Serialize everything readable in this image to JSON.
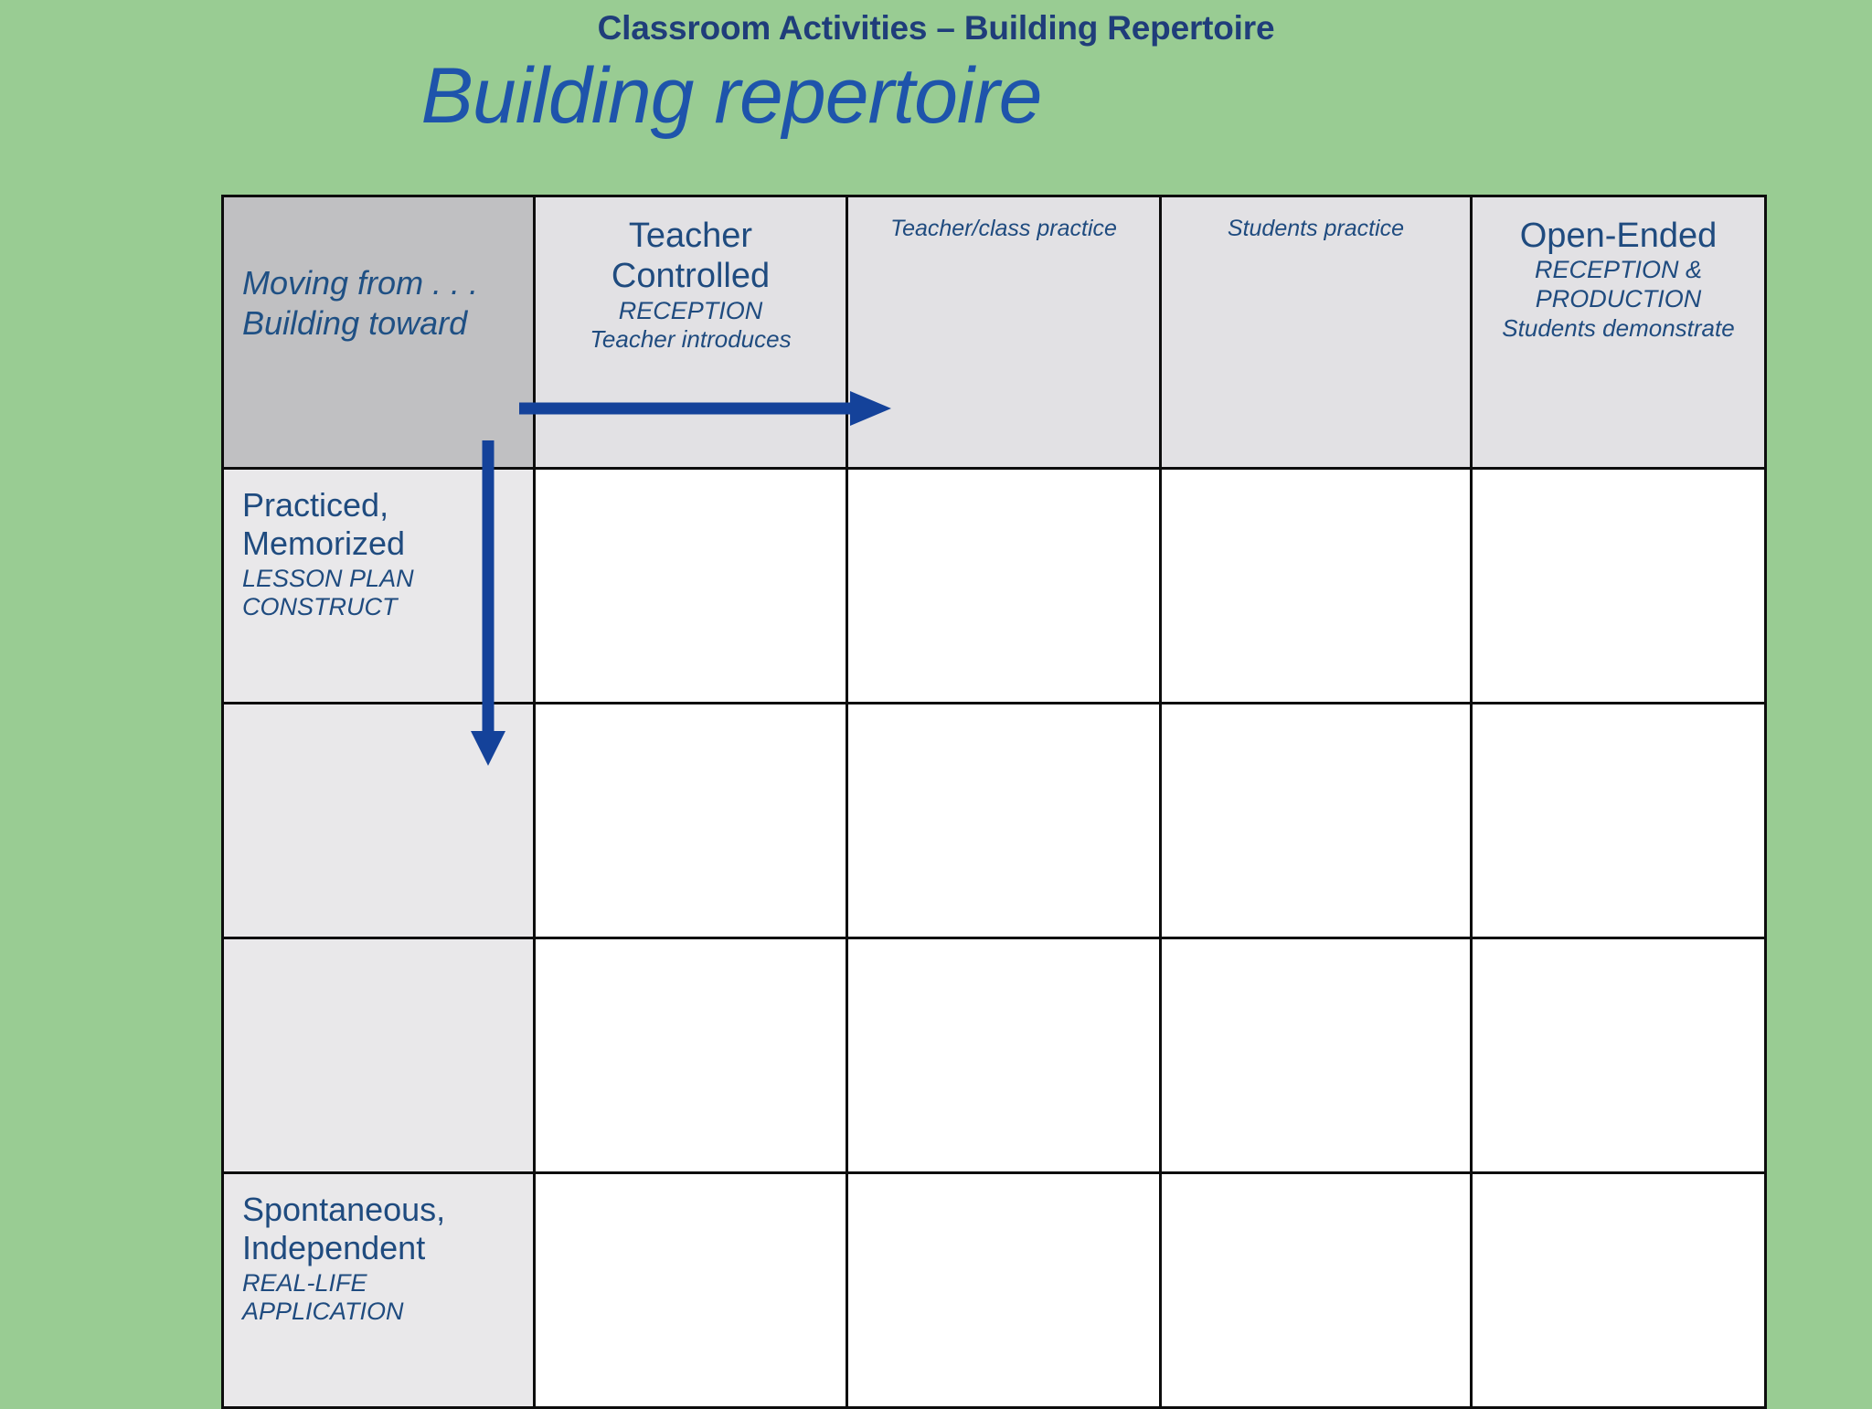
{
  "slide": {
    "header_title": "Classroom Activities – Building Repertoire",
    "main_title": "Building repertoire",
    "background_color": "#99cc93",
    "text_color": "#1f4b7f",
    "arrow_color": "#14429a"
  },
  "table": {
    "corner": {
      "line1": "Moving from . . .",
      "line2": "Building toward"
    },
    "columns": [
      {
        "id": "teacher-controlled",
        "title": "Teacher",
        "title2": "Controlled",
        "sub1": "RECEPTION",
        "sub2": "Teacher introduces"
      },
      {
        "id": "teacher-class-practice",
        "title": "Teacher/class practice",
        "title2": "",
        "sub1": "",
        "sub2": ""
      },
      {
        "id": "students-practice",
        "title": "Students practice",
        "title2": "",
        "sub1": "",
        "sub2": ""
      },
      {
        "id": "open-ended",
        "title": "Open-Ended",
        "title2": "",
        "sub1": "RECEPTION &",
        "sub1b": "PRODUCTION",
        "sub2": "Students demonstrate"
      }
    ],
    "rows": [
      {
        "id": "practiced-memorized",
        "main1": "Practiced,",
        "main2": "Memorized",
        "sub1": "LESSON PLAN",
        "sub2": "CONSTRUCT"
      },
      {
        "id": "row-blank-1",
        "main1": "",
        "main2": "",
        "sub1": "",
        "sub2": ""
      },
      {
        "id": "row-blank-2",
        "main1": "",
        "main2": "",
        "sub1": "",
        "sub2": ""
      },
      {
        "id": "spontaneous-independent",
        "main1": "Spontaneous,",
        "main2": "Independent",
        "sub1": "REAL-LIFE",
        "sub2": "APPLICATION"
      }
    ]
  },
  "annotations": {
    "horizontal_arrow": "right-arrow-icon",
    "vertical_arrow": "down-arrow-icon"
  }
}
